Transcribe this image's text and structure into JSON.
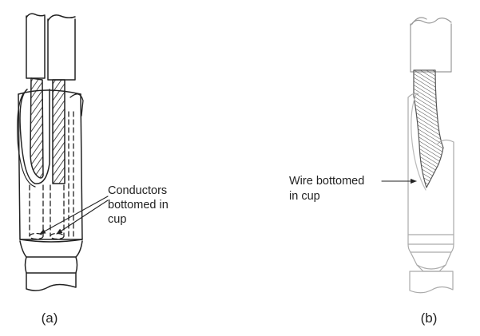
{
  "figure": {
    "panel_a": {
      "caption": "(a)",
      "annotation": [
        "Conductors",
        "bottomed in",
        "cup"
      ]
    },
    "panel_b": {
      "caption": "(b)",
      "annotation": [
        "Wire bottomed",
        "in cup"
      ]
    }
  },
  "colors": {
    "ink": "#222222",
    "background": "#ffffff"
  }
}
